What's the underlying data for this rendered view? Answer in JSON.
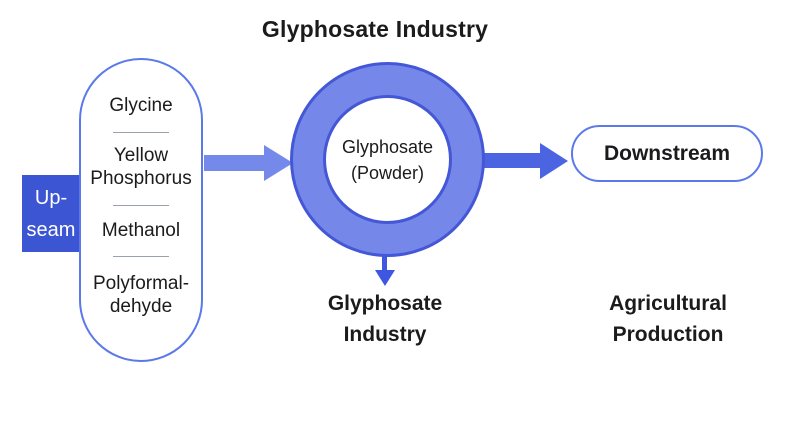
{
  "title": "Glyphosate Industry",
  "upstream": {
    "label": "Up-\nseam"
  },
  "capsule": {
    "items": [
      "Glycine",
      "Yellow\nPhosphorus",
      "Methanol",
      "Polyformal-\ndehyde"
    ]
  },
  "process_circle": {
    "label": "Glyphosate\n(Powder)",
    "below_label": "Glyphosate\nIndustry"
  },
  "downstream": {
    "label": "Downstream",
    "below_label": "Agricultural\nProduction"
  },
  "colors": {
    "outline_blue": "#5b79ea",
    "upstream_fill": "#3c55d2",
    "ring_fill": "#7687ea",
    "ring_border": "#4457d6",
    "arrow_light": "#7489e9",
    "arrow_dark": "#4b64e2",
    "down_arrow": "#3f57e0",
    "text_dark": "#1b1b1d"
  }
}
